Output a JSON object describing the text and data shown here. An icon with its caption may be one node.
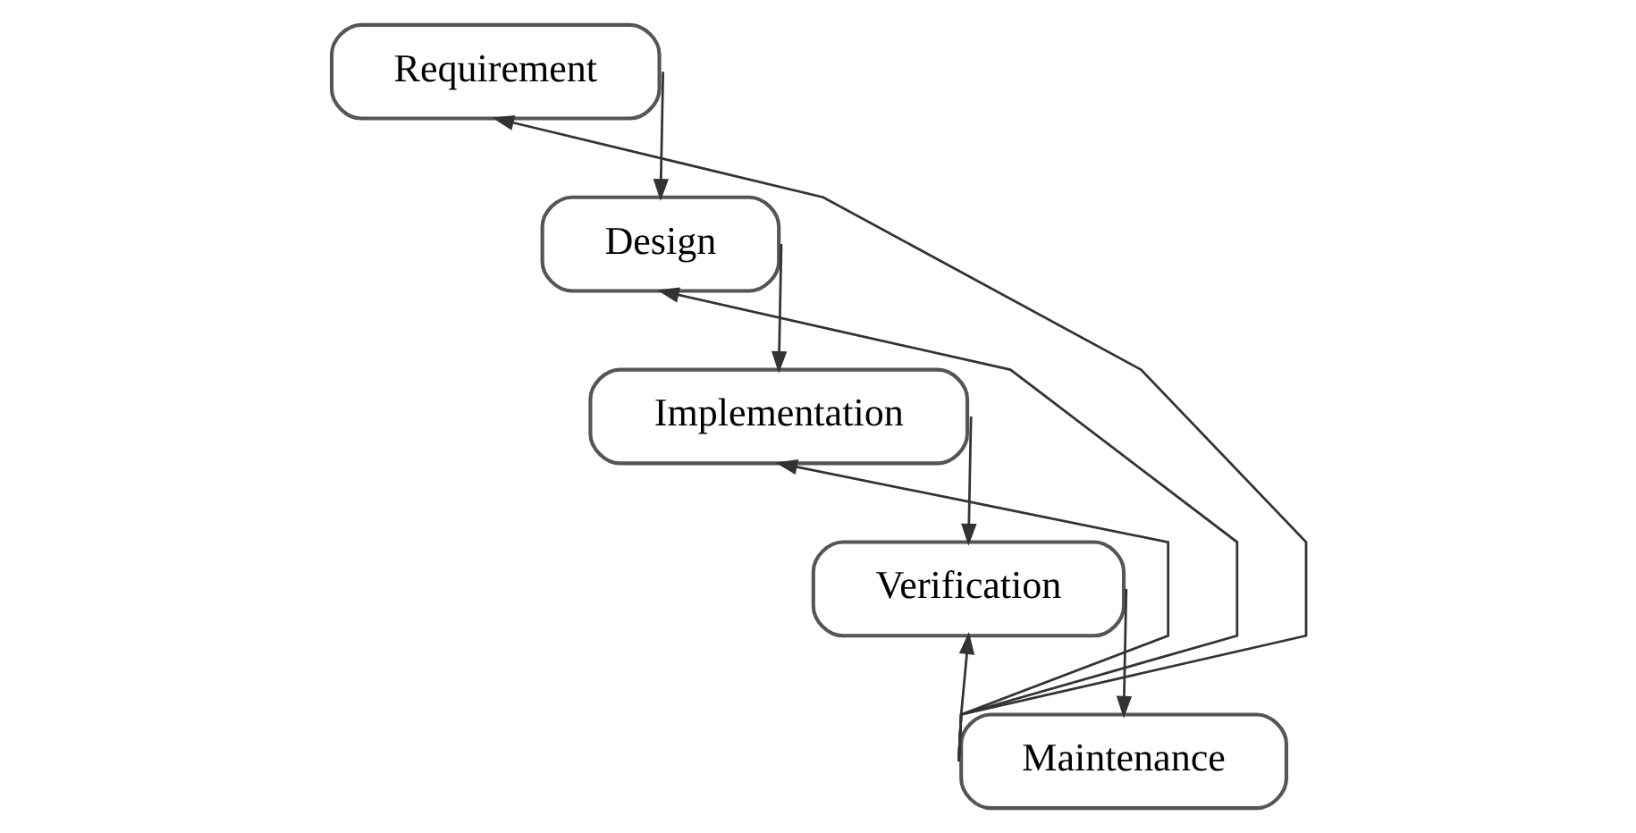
{
  "diagram": {
    "nodes": [
      {
        "text": [
          "Requirement"
        ]
      },
      {
        "text": [
          "Design"
        ]
      },
      {
        "text": [
          "Implementation"
        ]
      },
      {
        "text": [
          "Verification"
        ]
      },
      {
        "text": [
          "Maintenance"
        ]
      }
    ],
    "edges": [
      {
        "from": 0,
        "to": 1,
        "arrow": "to"
      },
      {
        "from": 1,
        "to": 2,
        "arrow": "to"
      },
      {
        "from": 2,
        "to": 3,
        "arrow": "to"
      },
      {
        "from": 3,
        "to": 4,
        "arrow": "to"
      },
      {
        "from": 4,
        "to": 3,
        "arrow": "to"
      },
      {
        "from": 4,
        "to": 2,
        "arrow": "to"
      },
      {
        "from": 4,
        "to": 1,
        "arrow": "to"
      },
      {
        "from": 4,
        "to": 0,
        "arrow": "to"
      }
    ]
  }
}
